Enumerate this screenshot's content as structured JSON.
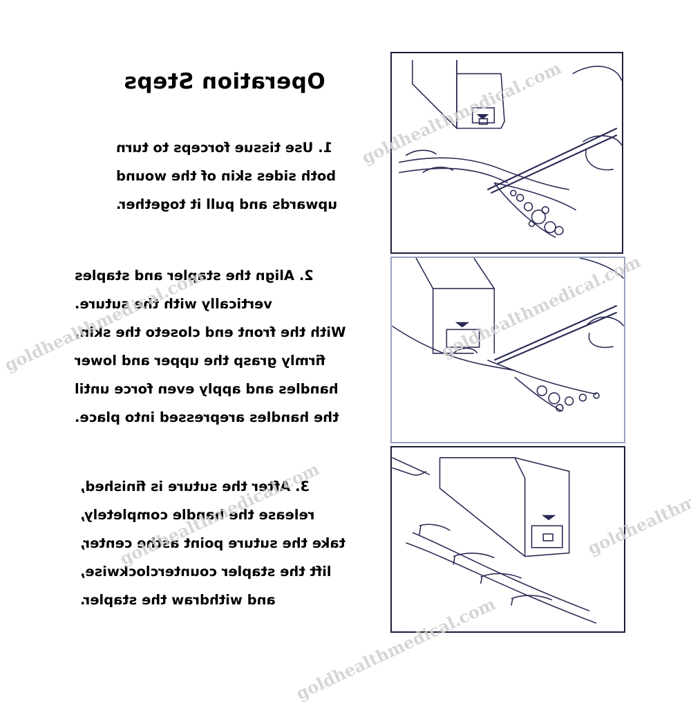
{
  "title": "Operation Steps",
  "steps": [
    {
      "lines": [
        "1. Use tissue forceps to turn",
        "both sides skin of the wound",
        "upwards and pull it together."
      ]
    },
    {
      "lines": [
        "2. Align the stapler and staples",
        "vertically with the suture.",
        "With the front end closeto the skin,",
        "firmly grasp the upper and lower",
        "handles and apply even force until",
        "the handles arepressed into place."
      ]
    },
    {
      "lines": [
        "3. After the suture is finished,",
        "release the handle completely,",
        "take the suture point asthe center,",
        "lift the stapler counterclockwise,",
        "and withdraw the stapler."
      ]
    }
  ],
  "watermarks": [
    "goldhealthmedical.com",
    "goldhealthmedical.com",
    "goldhealthmedical.com",
    "goldhealthmedical.com",
    "goldhealthme",
    "goldhealthmedical.com"
  ],
  "colors": {
    "text": "#000000",
    "panel_border": "#1b1b3a",
    "line_art": "#2a2a55",
    "watermark": "#cfcfcf"
  }
}
